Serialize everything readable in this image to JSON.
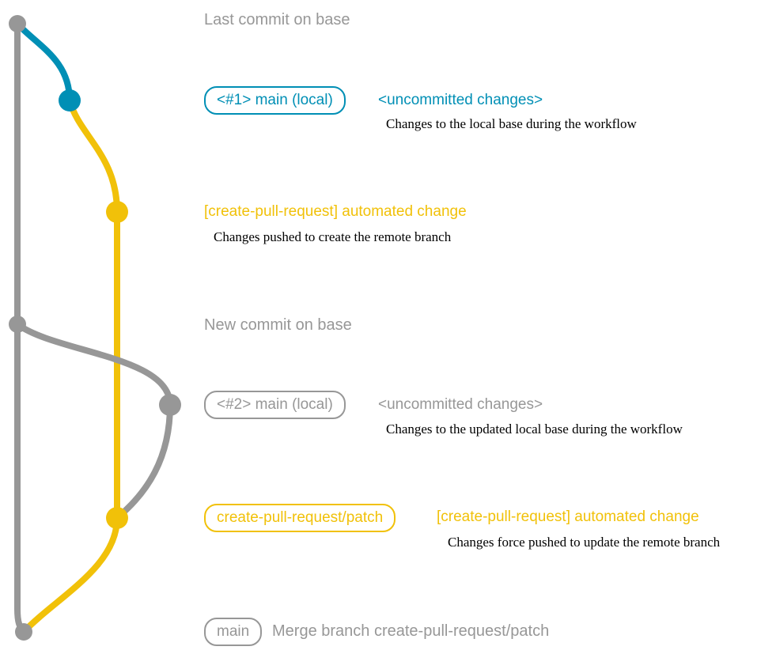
{
  "colors": {
    "gray": "#979797",
    "blue": "#008fb5",
    "yellow": "#f1c109"
  },
  "rows": [
    {
      "message": "Last commit on base"
    },
    {
      "badge": "<#1> main (local)",
      "message": "<uncommitted changes>",
      "description": "Changes to the local base during the workflow"
    },
    {
      "message": "[create-pull-request] automated change",
      "description": "Changes pushed to create the remote branch"
    },
    {
      "message": "New commit on base"
    },
    {
      "badge": "<#2> main (local)",
      "message": "<uncommitted changes>",
      "description": "Changes to the updated local base during the workflow"
    },
    {
      "badge": "create-pull-request/patch",
      "message": "[create-pull-request] automated change",
      "description": "Changes force pushed to update the remote branch"
    },
    {
      "badge": "main",
      "message": "Merge branch create-pull-request/patch"
    }
  ]
}
